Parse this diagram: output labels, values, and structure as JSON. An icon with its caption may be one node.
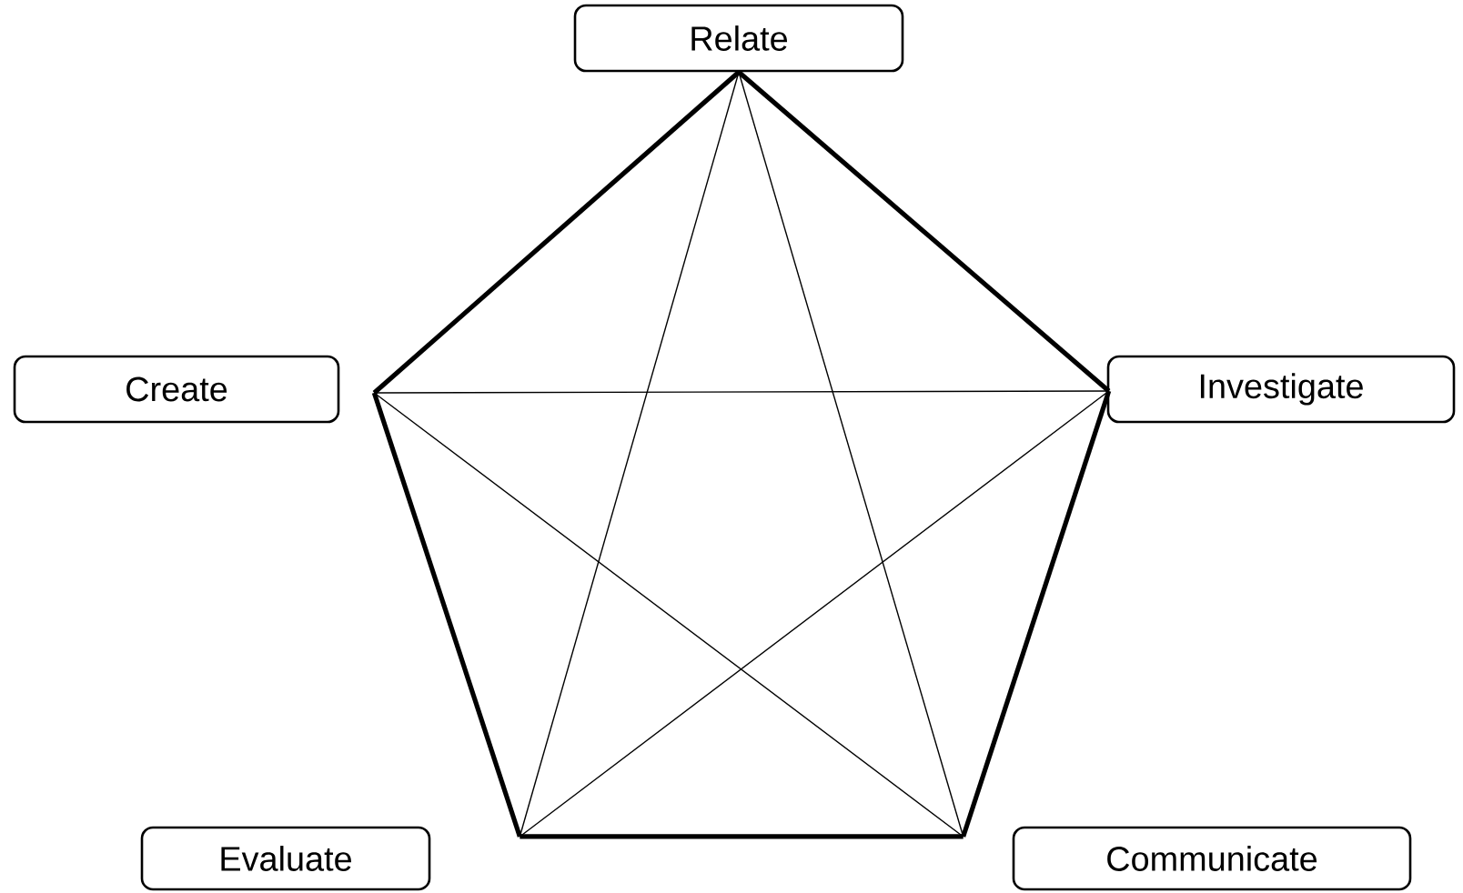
{
  "diagram": {
    "nodes": [
      {
        "text": [
          "Relate"
        ]
      },
      {
        "text": [
          "Create"
        ]
      },
      {
        "text": [
          "Investigate"
        ]
      },
      {
        "text": [
          "Evaluate"
        ]
      },
      {
        "text": [
          "Communicate"
        ]
      }
    ],
    "edges": [
      {
        "from": 0,
        "to": 2,
        "arrow": "none",
        "style": "thick"
      },
      {
        "from": 2,
        "to": 4,
        "arrow": "none",
        "style": "thick"
      },
      {
        "from": 4,
        "to": 3,
        "arrow": "none",
        "style": "thick"
      },
      {
        "from": 3,
        "to": 1,
        "arrow": "none",
        "style": "thick"
      },
      {
        "from": 1,
        "to": 0,
        "arrow": "none",
        "style": "thick"
      },
      {
        "from": 0,
        "to": 3,
        "arrow": "none"
      },
      {
        "from": 0,
        "to": 4,
        "arrow": "none"
      },
      {
        "from": 1,
        "to": 2,
        "arrow": "none"
      },
      {
        "from": 1,
        "to": 4,
        "arrow": "none"
      },
      {
        "from": 2,
        "to": 3,
        "arrow": "none"
      }
    ]
  }
}
